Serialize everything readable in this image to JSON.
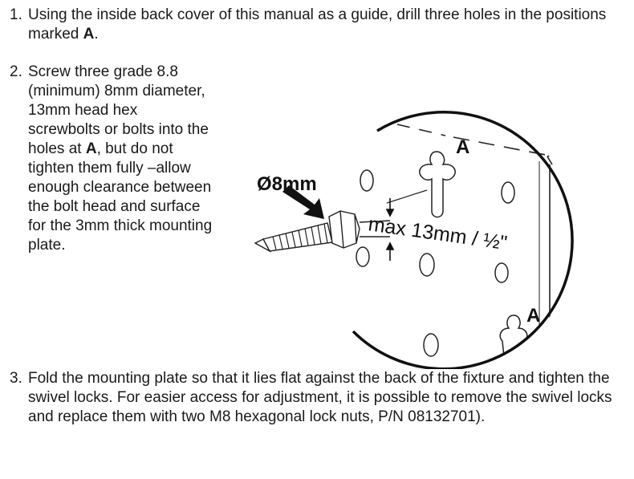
{
  "steps": [
    {
      "number": "1.",
      "text_before": "Using the inside back cover of this manual as a guide, drill three holes in the positions marked ",
      "bold": "A",
      "text_after": "."
    },
    {
      "number": "2.",
      "text_before": "Screw three grade 8.8 (minimum) 8mm diameter, 13mm head hex screwbolts or bolts into the holes at ",
      "bold": "A",
      "text_after": ", but do not tighten them fully –allow enough clearance between the bolt head and surface for the 3mm thick mounting plate."
    },
    {
      "number": "3.",
      "text": "Fold the mounting plate so that it lies flat against the back of the fixture and tighten the swivel locks. For easier access for adjustment, it is possible to remove the swivel locks and replace them with two M8 hexagonal lock nuts, P/N 08132701)."
    }
  ],
  "figure": {
    "diameter_label": "Ø8mm",
    "clearance_label": "max 13mm  /  ½\"",
    "hole_label_top": "A",
    "hole_label_bottom": "A"
  }
}
